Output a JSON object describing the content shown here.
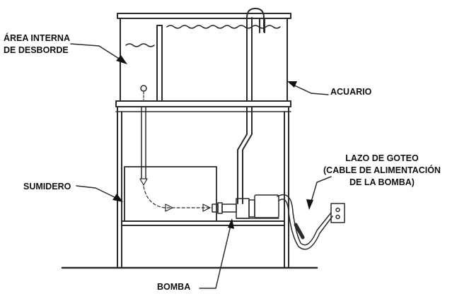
{
  "labels": {
    "overflow": [
      "ÁREA INTERNA",
      "DE DESBORDE"
    ],
    "aquarium": "ACUARIO",
    "sump": "SUMIDERO",
    "drip_loop": [
      "LAZO DE GOTEO",
      "(CABLE DE ALIMENTACIÓN",
      "DE LA BOMBA)"
    ],
    "pump": "BOMBA"
  },
  "colors": {
    "line": "#2b2b2b",
    "text": "#111111",
    "background": "#ffffff"
  }
}
